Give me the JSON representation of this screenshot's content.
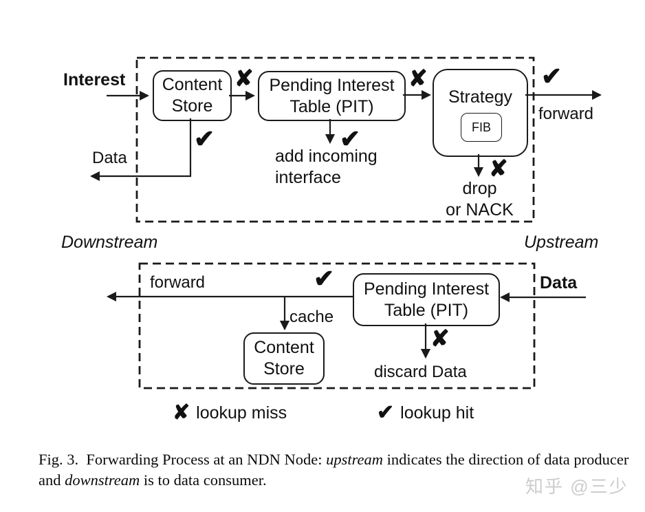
{
  "colors": {
    "ink": "#1a1a1a",
    "watermark_gray": "#cccccc"
  },
  "glyphs": {
    "check": "✔",
    "cross": "✘"
  },
  "top_diagram": {
    "interest_label": "Interest",
    "data_label": "Data",
    "forward_label": "forward",
    "content_store": {
      "line1": "Content",
      "line2": "Store"
    },
    "pit": {
      "line1": "Pending Interest",
      "line2": "Table (PIT)"
    },
    "strategy_label": "Strategy",
    "fib_label": "FIB",
    "add_incoming": {
      "line1": "add incoming",
      "line2": "interface"
    },
    "drop_nack": {
      "line1": "drop",
      "line2": "or NACK"
    },
    "downstream_label": "Downstream",
    "upstream_label": "Upstream"
  },
  "bottom_diagram": {
    "forward_label": "forward",
    "data_label": "Data",
    "cache_label": "cache",
    "discard_label": "discard Data",
    "pit": {
      "line1": "Pending Interest",
      "line2": "Table (PIT)"
    },
    "content_store": {
      "line1": "Content",
      "line2": "Store"
    }
  },
  "legend": {
    "miss": {
      "icon": "✘",
      "label": "lookup miss"
    },
    "hit": {
      "icon": "✔",
      "label": "lookup hit"
    }
  },
  "caption": {
    "segments": [
      "Fig. 3.  Forwarding Process at an NDN Node: ",
      "upstream",
      " indicates the direction of data producer and ",
      "downstream",
      " is to data consumer."
    ]
  },
  "watermark": "知乎 @三少"
}
